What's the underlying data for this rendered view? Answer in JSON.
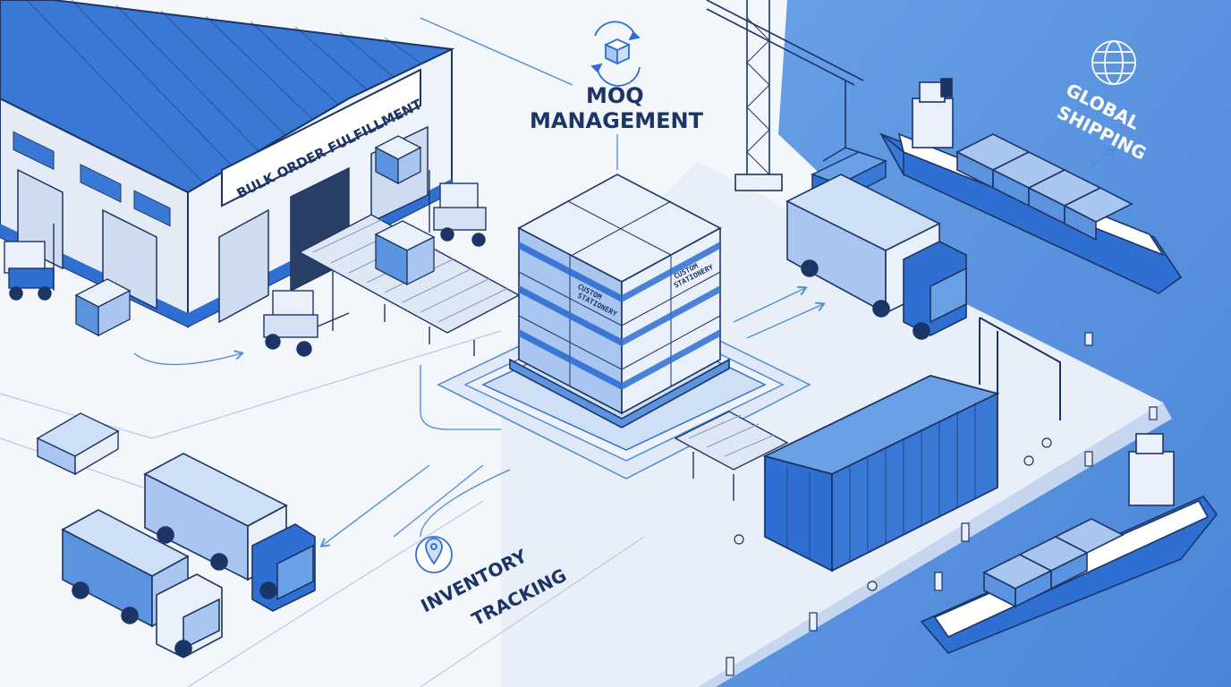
{
  "labels": {
    "warehouse_sign": "BULK ORDER FULFILLMENT",
    "moq_line1": "MOQ",
    "moq_line2": "MANAGEMENT",
    "shipping_line1": "GLOBAL",
    "shipping_line2": "SHIPPING",
    "inventory_line1": "INVENTORY",
    "inventory_line2": "TRACKING",
    "box_label_line1": "CUSTOM",
    "box_label_line2": "STATIONERY"
  },
  "icons": {
    "moq": "box-cycle-icon",
    "shipping": "globe-icon",
    "inventory": "location-pin-icon"
  },
  "colors": {
    "sea": "#5b93de",
    "primary_blue": "#2f6fd1",
    "dark_outline": "#1c3566",
    "light_blue": "#a9c6f0",
    "ground": "#f3f6fb"
  }
}
